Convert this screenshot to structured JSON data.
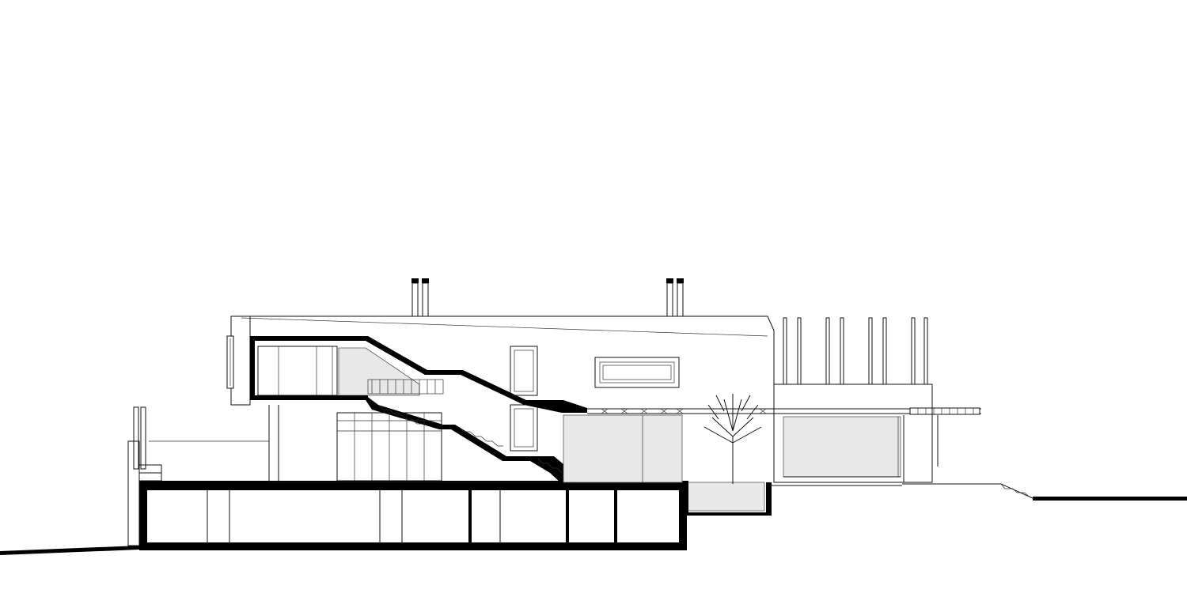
{
  "drawing": {
    "type": "architectural-section",
    "colors": {
      "background": "#ffffff",
      "line": "#111111",
      "cut_fill": "#000000",
      "glazing_fill": "#e8e8e8"
    },
    "elements": [
      "ground-line",
      "basement-slab",
      "upper-volume",
      "stair-section",
      "chimneys",
      "pergola-columns",
      "courtyard-tree",
      "right-pavilion"
    ]
  }
}
